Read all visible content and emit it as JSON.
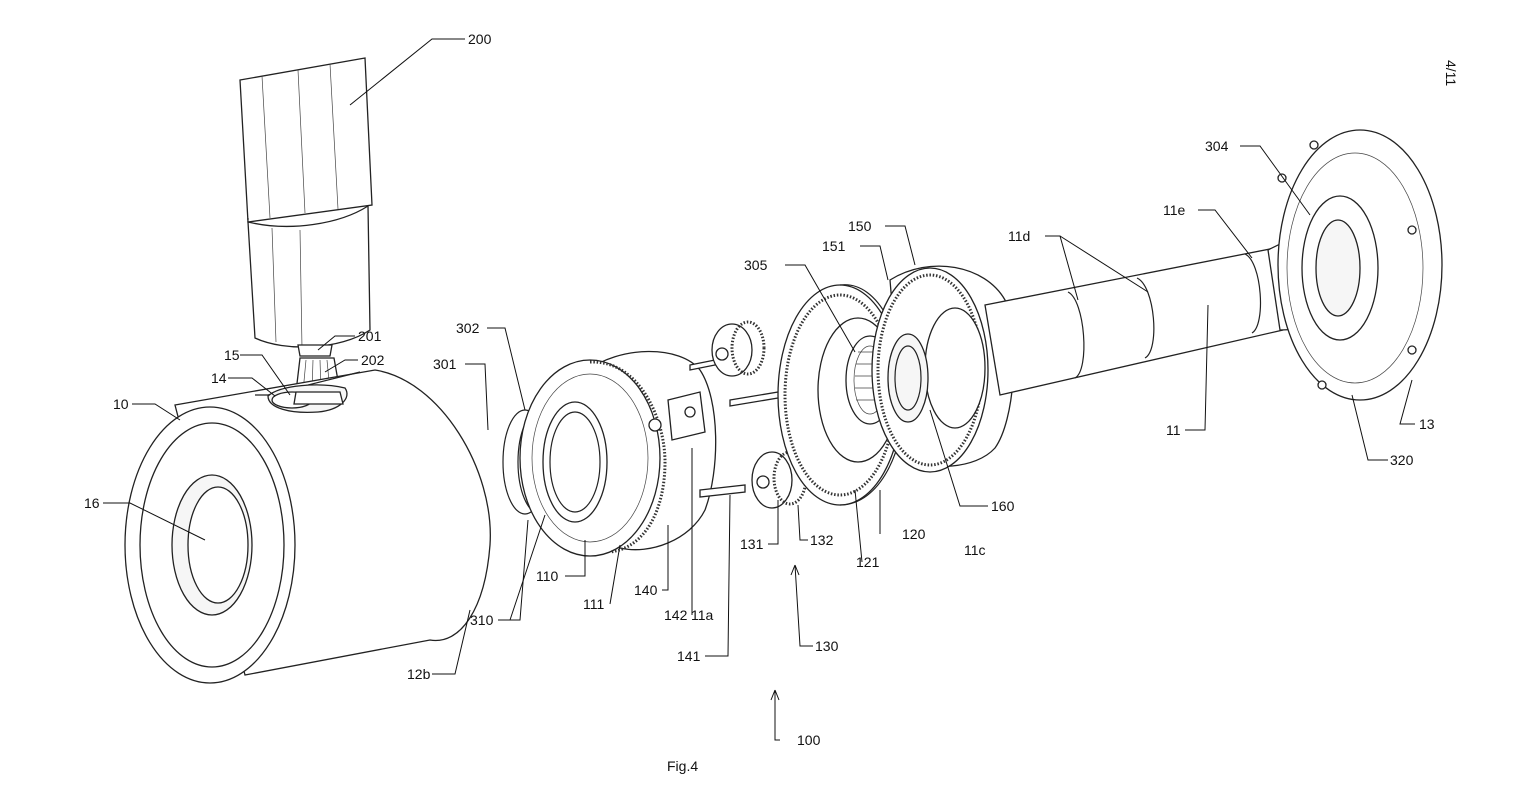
{
  "sheet_number": "4/11",
  "figure_caption": "Fig.4",
  "labels": {
    "l200": "200",
    "l201": "201",
    "l202": "202",
    "l15": "15",
    "l14": "14",
    "l10": "10",
    "l16": "16",
    "l12b": "12b",
    "l310": "310",
    "l301": "301",
    "l302": "302",
    "l110": "110",
    "l111": "111",
    "l140": "140",
    "l142": "142",
    "l11a": "11a",
    "l141": "141",
    "l131": "131",
    "l132": "132",
    "l121": "121",
    "l120": "120",
    "l130": "130",
    "l100": "100",
    "l305": "305",
    "l151": "151",
    "l150": "150",
    "l160": "160",
    "l11c": "11c",
    "l11d": "11d",
    "l11e": "11e",
    "l11": "11",
    "l304": "304",
    "l13": "13",
    "l320": "320"
  }
}
